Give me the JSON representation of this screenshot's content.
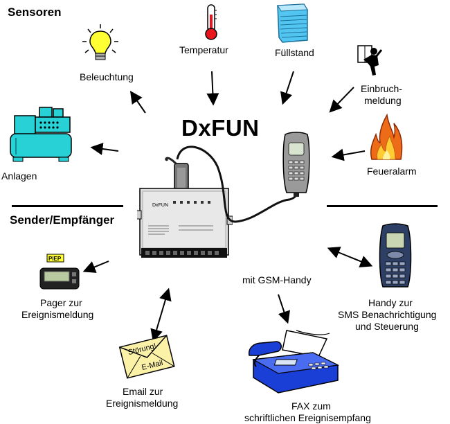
{
  "title": "DxFUN",
  "sections": {
    "sensors": "Sensoren",
    "sender_receiver": "Sender/Empfänger"
  },
  "sensors": {
    "temperature": "Temperatur",
    "fill_level": "Füllstand",
    "lighting": "Beleuchtung",
    "burglary_line1": "Einbruch-",
    "burglary_line2": "meldung",
    "installations": "Anlagen",
    "fire_alarm": "Feueralarm"
  },
  "devices": {
    "gsm_phone": "mit GSM-Handy",
    "pager_line1": "Pager zur",
    "pager_line2": "Ereignismeldung",
    "handy_line1": "Handy zur",
    "handy_line2": "SMS Benachrichtigung",
    "handy_line3": "und Steuerung",
    "email_line1": "Email zur",
    "email_line2": "Ereignismeldung",
    "fax_line1": "FAX zum",
    "fax_line2": "schriftlichen Ereignisempfang"
  },
  "icon_text": {
    "pager_badge": "PIEP",
    "envelope_line1": "Störung!",
    "envelope_line2": "E-Mail",
    "module_brand": "DxFUN"
  },
  "icons": [
    "thermometer-icon",
    "water-tank-icon",
    "light-bulb-icon",
    "burglar-icon",
    "machine-icon",
    "fire-icon",
    "gsm-phone-icon",
    "control-module-icon",
    "pager-icon",
    "mobile-phone-icon",
    "envelope-icon",
    "fax-icon"
  ],
  "colors": {
    "thermometer": "#e8141b",
    "tank": "#52c6f0",
    "bulb": "#ffff33",
    "machine": "#28d1d6",
    "fire": "#ee6b18",
    "fax": "#1a3fd6",
    "envelope": "#fbf2a8",
    "module": "#dedede"
  }
}
